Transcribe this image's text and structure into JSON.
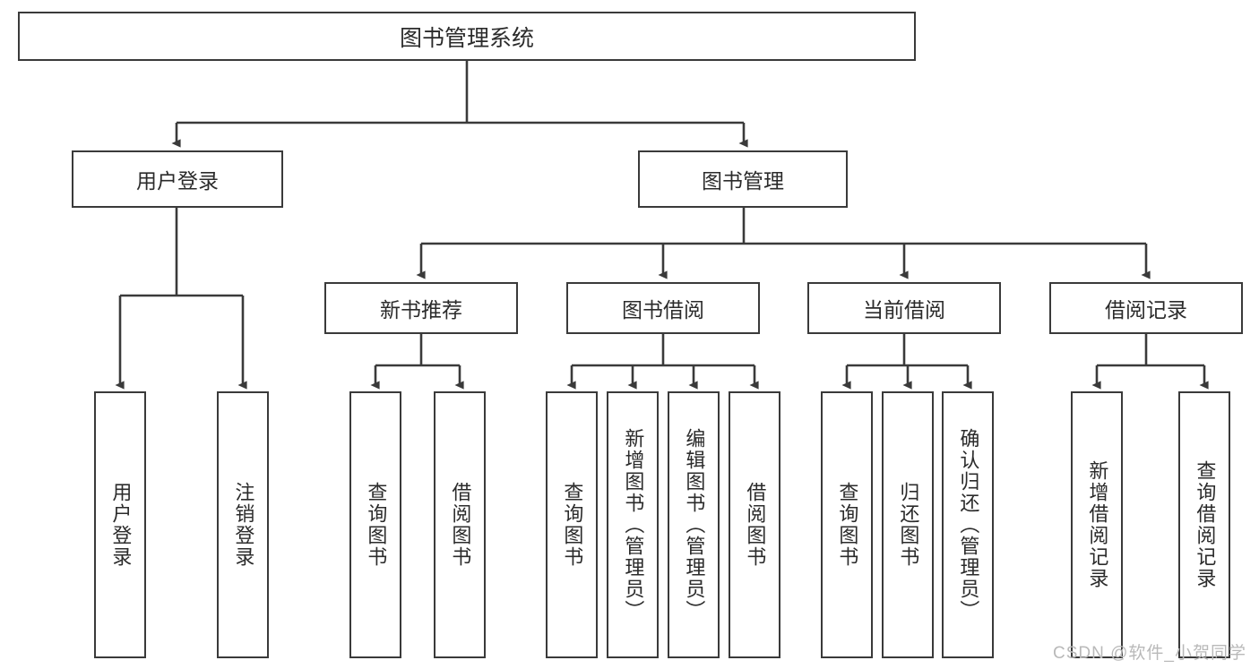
{
  "diagram": {
    "type": "tree-hierarchy",
    "title": "图书管理系统",
    "watermark": "CSDN @软件_小贺同学",
    "colors": {
      "box_border": "#3a3a3a",
      "connector": "#3a3a3a",
      "background": "#ffffff",
      "text": "#2b2b2b",
      "watermark": "#b9b9b9"
    },
    "root": {
      "label": "图书管理系统"
    },
    "level2": [
      {
        "label": "用户登录"
      },
      {
        "label": "图书管理"
      }
    ],
    "level3": [
      {
        "label": "新书推荐"
      },
      {
        "label": "图书借阅"
      },
      {
        "label": "当前借阅"
      },
      {
        "label": "借阅记录"
      }
    ],
    "leaves": {
      "user_login": [
        {
          "label": "用户登录"
        },
        {
          "label": "注销登录"
        }
      ],
      "new_book_recommend": [
        {
          "label": "查询图书"
        },
        {
          "label": "借阅图书"
        }
      ],
      "book_borrow": [
        {
          "label": "查询图书"
        },
        {
          "label": "新增图书（管理员）"
        },
        {
          "label": "编辑图书（管理员）"
        },
        {
          "label": "借阅图书"
        }
      ],
      "current_borrow": [
        {
          "label": "查询图书"
        },
        {
          "label": "归还图书"
        },
        {
          "label": "确认归还（管理员）"
        }
      ],
      "borrow_record": [
        {
          "label": "新增借阅记录"
        },
        {
          "label": "查询借阅记录"
        }
      ]
    }
  }
}
